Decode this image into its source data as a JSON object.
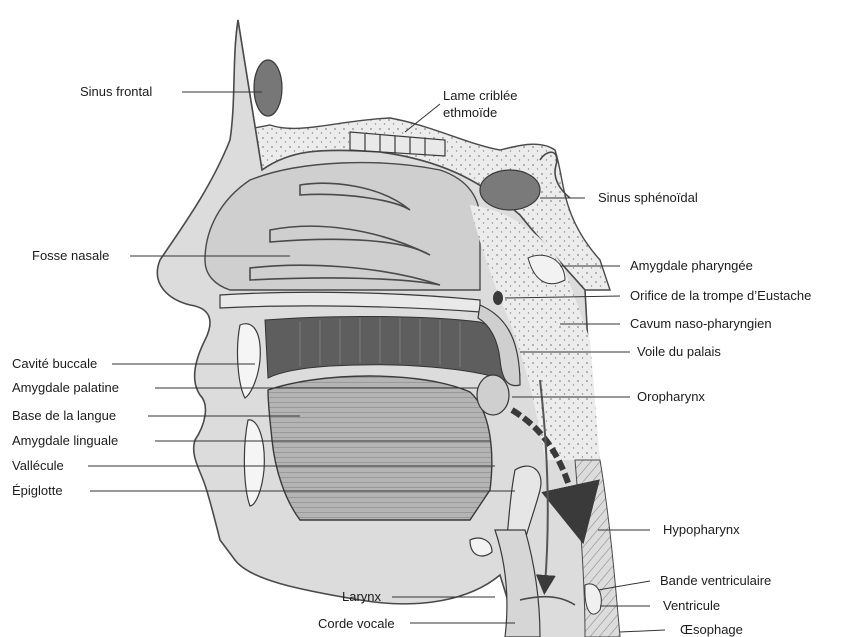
{
  "labels": {
    "sinus_frontal": "Sinus frontal",
    "lame_criblee_1": "Lame criblée",
    "lame_criblee_2": "ethmoïde",
    "sinus_sphenoidal": "Sinus sphénoïdal",
    "fosse_nasale": "Fosse nasale",
    "amygdale_pharyngee": "Amygdale pharyngée",
    "orifice_trompe": "Orifice de la trompe d’Eustache",
    "cavum": "Cavum naso-pharyngien",
    "voile_palais": "Voile du palais",
    "cavite_buccale": "Cavité buccale",
    "amygdale_palatine": "Amygdale  palatine",
    "oropharynx": "Oropharynx",
    "base_langue": "Base de la langue",
    "amygdale_linguale": "Amygdale  linguale",
    "vallecule": "Vallécule",
    "epiglotte": "Épiglotte",
    "hypopharynx": "Hypopharynx",
    "bande_ventriculaire": "Bande ventriculaire",
    "larynx": "Larynx",
    "ventricule": "Ventricule",
    "corde_vocale": "Corde vocale",
    "oesophage": "Œsophage"
  },
  "colors": {
    "bone": "#e4e4e4",
    "soft_tissue": "#c9c9c9",
    "cavity": "#f3f3f3",
    "palate": "#5a5a5a",
    "tongue": "#bdbdbd",
    "ink": "#1c1c1c"
  }
}
